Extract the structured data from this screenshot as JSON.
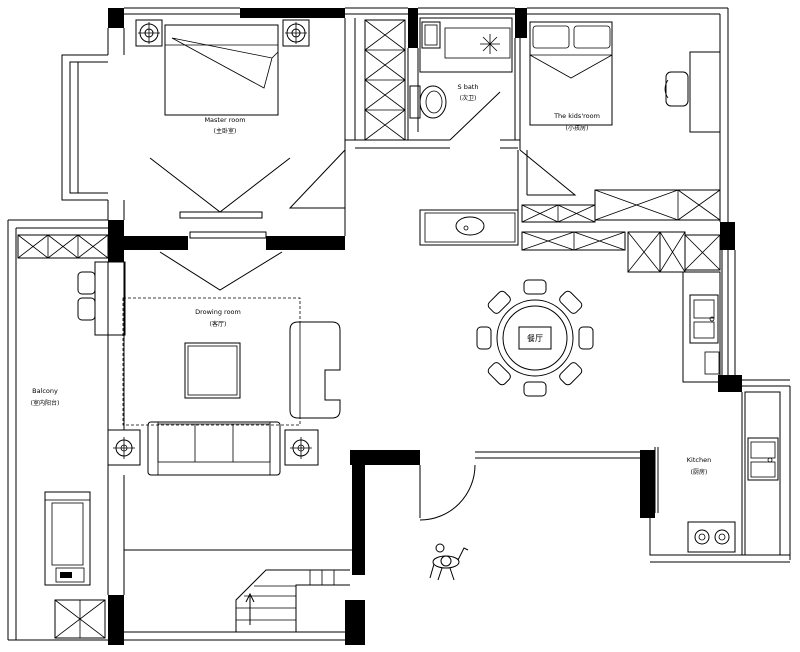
{
  "labels": {
    "master_room": {
      "en": "Master room",
      "zh": "(主卧室)"
    },
    "s_bath": {
      "en": "S bath",
      "zh": "(次卫)"
    },
    "kids_room": {
      "en": "The kids'room",
      "zh": "(小孩房)"
    },
    "drawing_room": {
      "en": "Drowing room",
      "zh": "(客厅)"
    },
    "balcony": {
      "en": "Balcony",
      "zh": "(室内阳台)"
    },
    "kitchen": {
      "en": "Kitchen",
      "zh": "(厨房)"
    },
    "dining": "餐厅"
  },
  "colors": {
    "wall": "#000000",
    "line": "#000000",
    "background": "#ffffff"
  }
}
